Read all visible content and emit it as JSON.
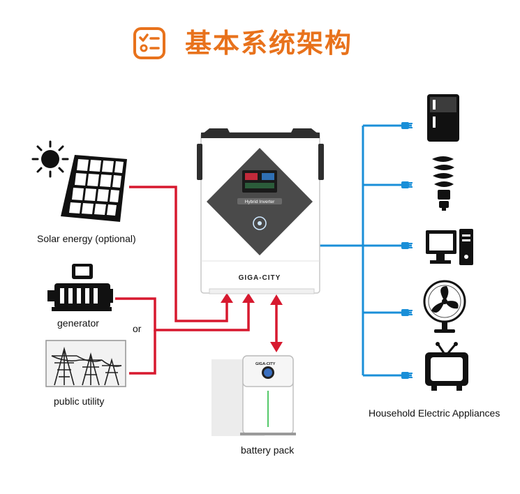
{
  "title": "基本系统架构",
  "labels": {
    "solar": "Solar energy (optional)",
    "generator": "generator",
    "or": "or",
    "utility": "public utility",
    "battery": "battery pack",
    "appliances": "Household Electric Appliances"
  },
  "inverter": {
    "brand": "GIGA-CITY",
    "panel_label": "Hybrid Inverter"
  },
  "battery_brand": "GIGA-CITY",
  "colors": {
    "title": "#e8721c",
    "input_line": "#d7192f",
    "output_line": "#1a8fd8",
    "device_dark": "#444444"
  },
  "icons": [
    "checklist-icon",
    "sun-icon",
    "solar-panel-icon",
    "generator-icon",
    "pylon-icon",
    "refrigerator-icon",
    "bulb-icon",
    "computer-icon",
    "fan-icon",
    "tv-icon"
  ]
}
